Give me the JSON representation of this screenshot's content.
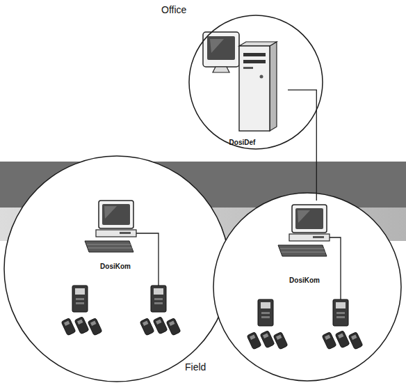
{
  "diagram": {
    "nodes": [
      {
        "text": [
          "Office"
        ]
      },
      {
        "text": [
          "DosiDef"
        ],
        "in": 0
      },
      {
        "text": [
          "DosiKom"
        ]
      },
      {
        "text": [
          "Field"
        ]
      },
      {
        "text": [
          "DosiKom"
        ],
        "in": 3
      }
    ],
    "edges": [
      {
        "from": 1,
        "to": 4,
        "arrow": "none"
      }
    ]
  }
}
